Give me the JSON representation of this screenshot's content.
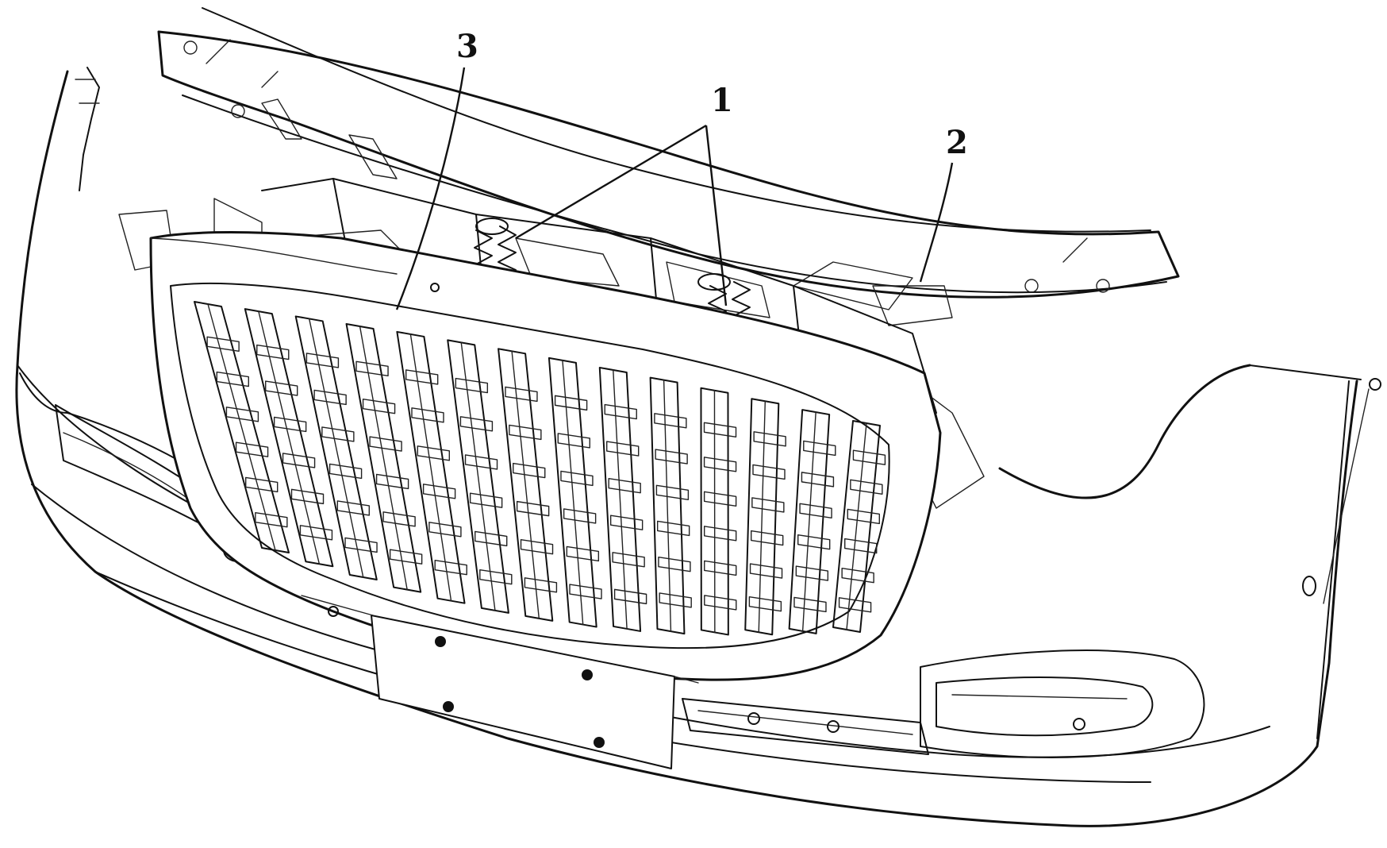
{
  "figure": {
    "callouts": [
      {
        "id": "1",
        "label": "1"
      },
      {
        "id": "2",
        "label": "2"
      },
      {
        "id": "3",
        "label": "3"
      }
    ],
    "line_color": "#111111",
    "background_color": "#ffffff"
  }
}
